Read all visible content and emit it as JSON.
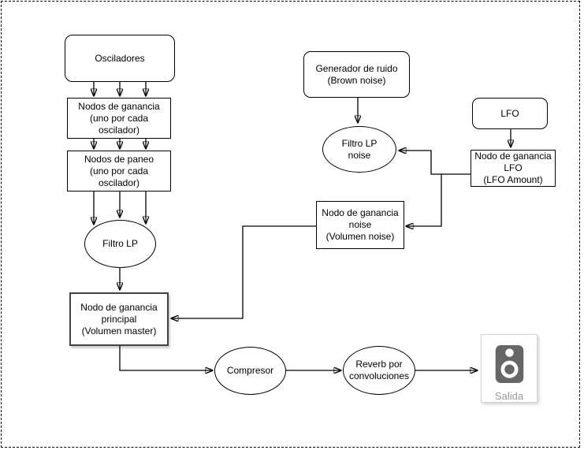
{
  "diagram": {
    "nodes": {
      "osciladores": {
        "label": "Osciladores",
        "shape": "rounded-rect"
      },
      "nodos_ganancia": {
        "label": "Nodos de ganancia\n(uno por cada\noscilador)",
        "shape": "rect"
      },
      "nodos_paneo": {
        "label": "Nodos de paneo\n(uno por cada\noscilador)",
        "shape": "rect"
      },
      "filtro_lp": {
        "label": "Filtro LP",
        "shape": "ellipse"
      },
      "ganancia_principal": {
        "label": "Nodo de ganancia\nprincipal\n(Volumen master)",
        "shape": "rect"
      },
      "compresor": {
        "label": "Compresor",
        "shape": "ellipse"
      },
      "reverb": {
        "label": "Reverb por\nconvoluciones",
        "shape": "ellipse"
      },
      "salida": {
        "label": "Salida",
        "shape": "icon-box",
        "icon": "speaker-icon"
      },
      "generador_ruido": {
        "label": "Generador de ruido\n(Brown noise)",
        "shape": "rounded-rect"
      },
      "filtro_lp_noise": {
        "label": "Filtro LP\nnoise",
        "shape": "ellipse"
      },
      "lfo": {
        "label": "LFO",
        "shape": "rounded-rect"
      },
      "ganancia_lfo": {
        "label": "Nodo de ganancia\nLFO\n(LFO Amount)",
        "shape": "rect"
      },
      "ganancia_noise": {
        "label": "Nodo de ganancia\nnoise\n(Volumen noise)",
        "shape": "rect"
      }
    },
    "colors": {
      "stroke": "#000000",
      "main_gain_border": "#424242",
      "page_border": "#000000",
      "speaker_icon": "#666666",
      "salida_label": "#999999",
      "background": "#ffffff"
    }
  }
}
